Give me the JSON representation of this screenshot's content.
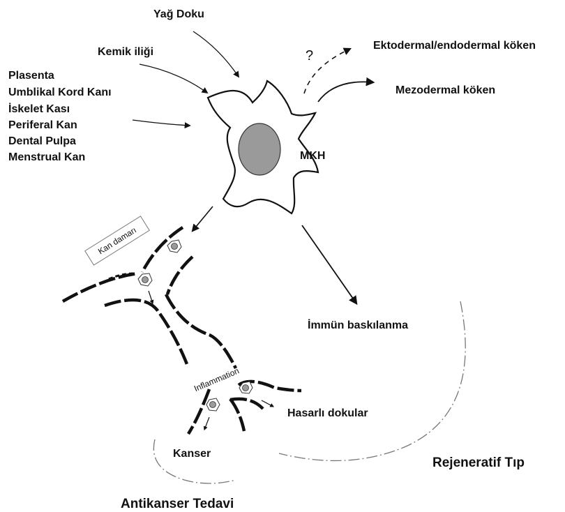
{
  "sources": {
    "adipose": "Yağ Doku",
    "bone_marrow": "Kemik iliği",
    "list": [
      "Plasenta",
      "Umblikal Kord Kanı",
      "İskelet Kası",
      "Periferal Kan",
      "Dental Pulpa",
      "Menstrual Kan"
    ]
  },
  "cell": {
    "label": "MKH"
  },
  "differentiation": {
    "question_mark": "?",
    "ecto_endo": "Ektodermal/endodermal köken",
    "meso": "Mezodermal köken"
  },
  "vessel": {
    "label": "Kan damarı",
    "inflammation": "Inflammation",
    "damaged_tissue": "Hasarlı dokular",
    "cancer": "Kanser"
  },
  "effects": {
    "immune": "İmmün baskılanma",
    "regenerative": "Rejeneratif Tıp",
    "anticancer": "Antikanser Tedavi"
  },
  "colors": {
    "ink": "#111111",
    "nucleus": "#9a9a9a",
    "dashdot": "#777777"
  }
}
